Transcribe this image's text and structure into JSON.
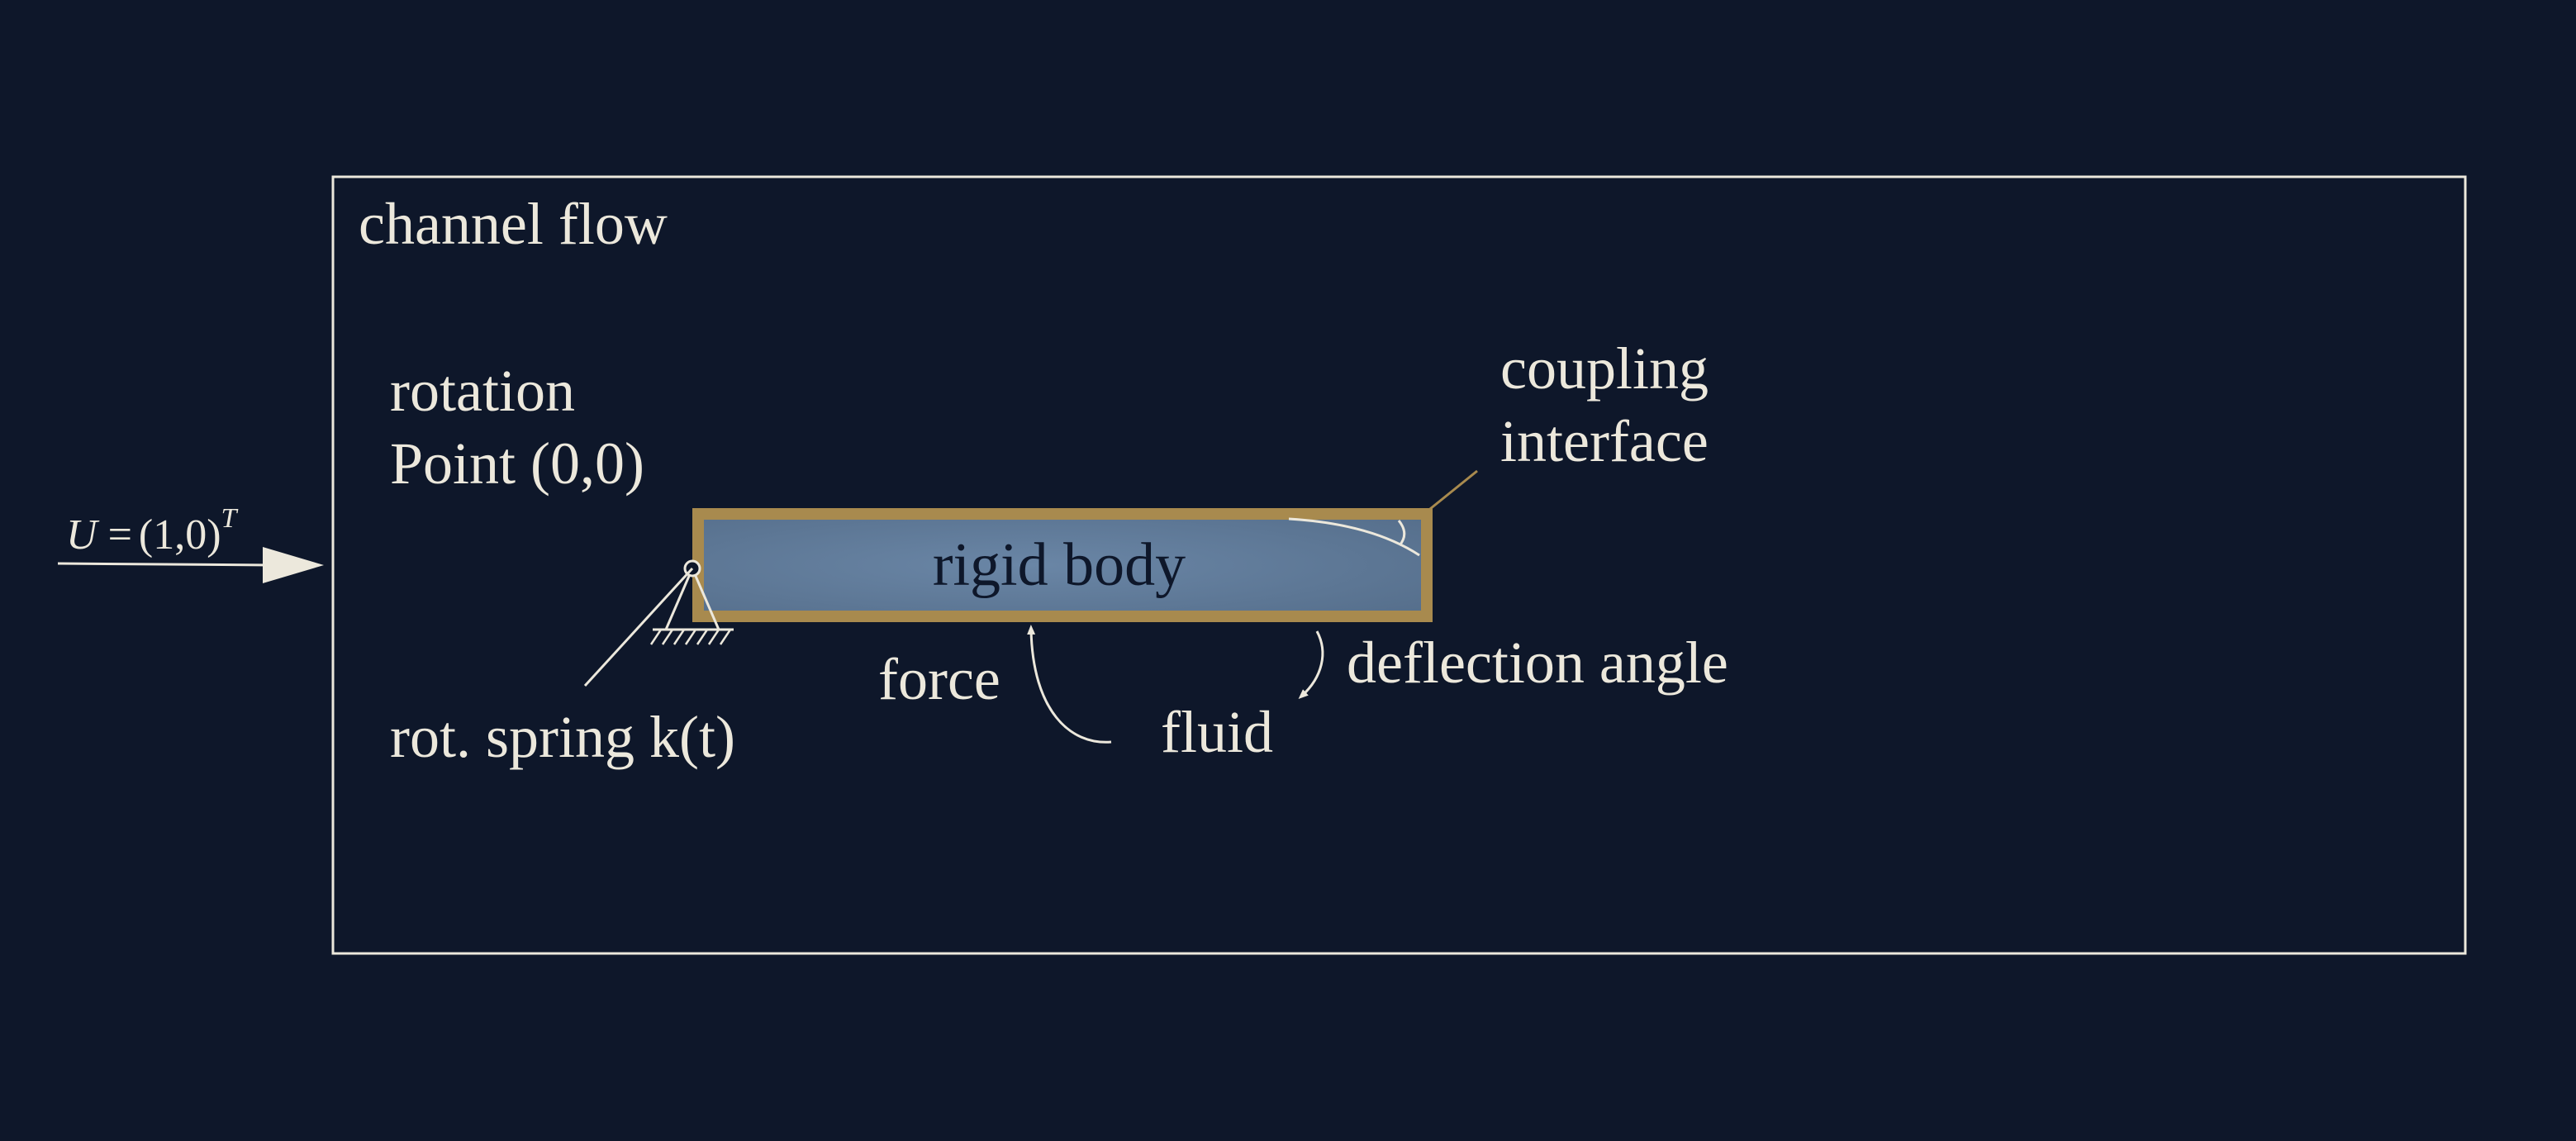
{
  "labels": {
    "channel_flow": "channel flow",
    "rotation_line1": "rotation",
    "rotation_line2": "Point (0,0)",
    "coupling_line1": "coupling",
    "coupling_line2": "interface",
    "rigid_body": "rigid body",
    "force": "force",
    "fluid": "fluid",
    "deflection_angle": "deflection angle",
    "spring": "rot. spring k(t)",
    "inflow_lhs": "U",
    "inflow_eq": " =",
    "inflow_vec": "(1,0)",
    "inflow_sup": "T"
  },
  "colors": {
    "background": "#0e172a",
    "line": "#ece8dc",
    "text": "#ece8dc",
    "body_fill": "#5f7b9a",
    "body_border": "#a88a4e",
    "body_text": "#0e172a"
  }
}
